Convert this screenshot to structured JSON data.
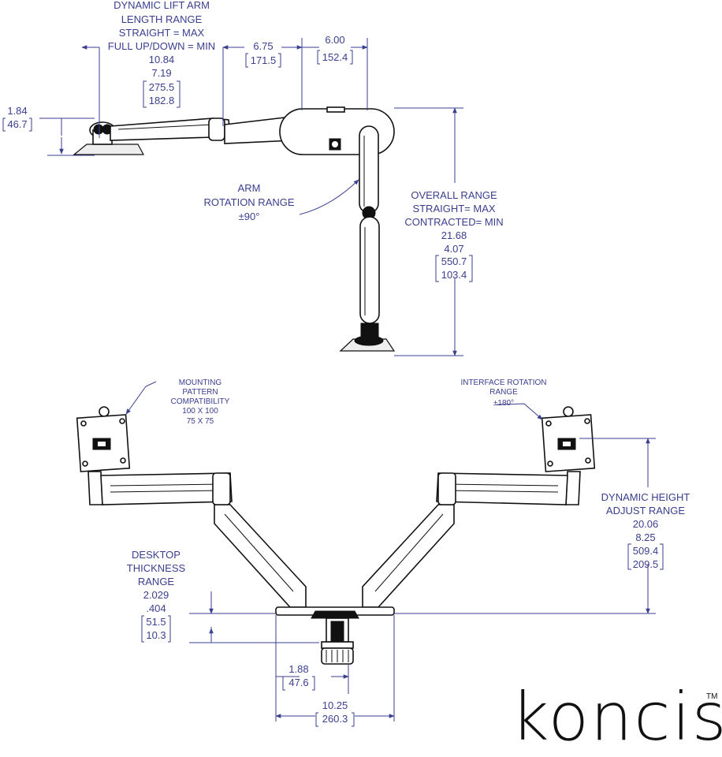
{
  "top_view": {
    "lift_arm": {
      "title_line1": "DYNAMIC LIFT ARM",
      "title_line2": "LENGTH RANGE",
      "title_line3": "STRAIGHT = MAX",
      "title_line4": "FULL UP/DOWN = MIN",
      "max_in": "10.84",
      "min_in": "7.19",
      "max_mm": "275.5",
      "min_mm": "182.8"
    },
    "dim_675": {
      "in": "6.75",
      "mm": "171.5"
    },
    "dim_600": {
      "in": "6.00",
      "mm": "152.4"
    },
    "dim_184": {
      "in": "1.84",
      "mm": "46.7"
    },
    "arm_rotation": {
      "line1": "ARM",
      "line2": "ROTATION RANGE",
      "value": "±90°"
    },
    "overall_range": {
      "line1": "OVERALL RANGE",
      "line2": "STRAIGHT= MAX",
      "line3": "CONTRACTED= MIN",
      "max_in": "21.68",
      "min_in": "4.07",
      "max_mm": "550.7",
      "min_mm": "103.4"
    }
  },
  "front_view": {
    "mounting": {
      "line1": "MOUNTING",
      "line2": "PATTERN",
      "line3": "COMPATIBILITY",
      "line4": "100 X 100",
      "line5": "75 X 75"
    },
    "interface_rotation": {
      "line1": "INTERFACE ROTATION",
      "line2": "RANGE",
      "value": "±180°"
    },
    "height_adjust": {
      "line1": "DYNAMIC HEIGHT",
      "line2": "ADJUST RANGE",
      "max_in": "20.06",
      "min_in": "8.25",
      "max_mm": "509.4",
      "min_mm": "209.5"
    },
    "desktop": {
      "line1": "DESKTOP",
      "line2": "THICKNESS",
      "line3": "RANGE",
      "max_in": "2.029",
      "min_in": ".404",
      "max_mm": "51.5",
      "min_mm": "10.3"
    },
    "dim_188": {
      "in": "1.88",
      "mm": "47.6"
    },
    "dim_1025": {
      "in": "10.25",
      "mm": "260.3"
    }
  },
  "brand": {
    "name": "koncis",
    "trademark": "TM"
  },
  "colors": {
    "dimension": "#3a3f8f",
    "drawing": "#111111",
    "background": "#ffffff"
  }
}
